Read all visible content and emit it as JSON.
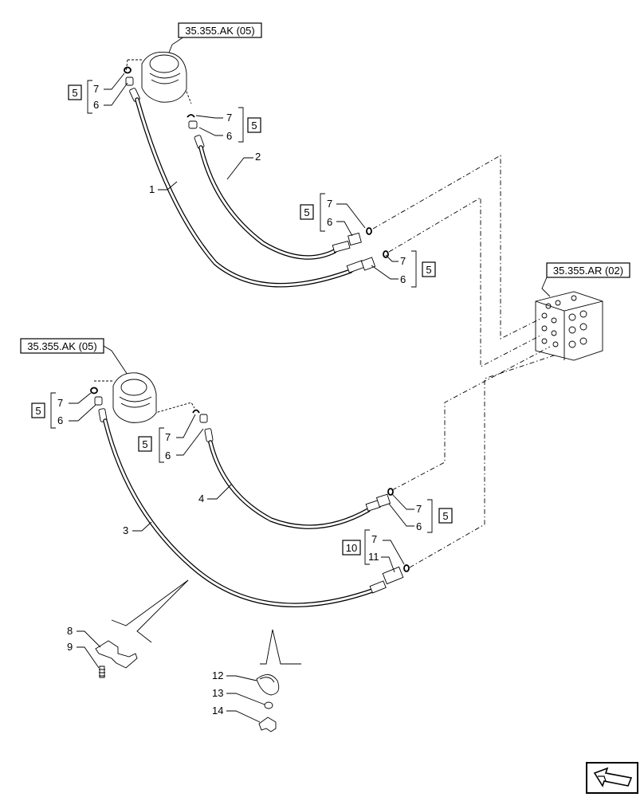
{
  "refs": {
    "joystick_top": "35.355.AK (05)",
    "joystick_bottom": "35.355.AK (05)",
    "valve_block": "35.355.AR (02)"
  },
  "boxes": {
    "b1": "5",
    "b2": "5",
    "b3": "5",
    "b4": "5",
    "b5": "5",
    "b6": "5",
    "b7": "5",
    "b8": "10"
  },
  "callouts": {
    "c7a": "7",
    "c6a": "6",
    "c7b": "7",
    "c6b": "6",
    "c7c": "7",
    "c6c": "6",
    "c7d": "7",
    "c6d": "6",
    "c1": "1",
    "c2": "2",
    "c3": "3",
    "c4": "4",
    "c7e": "7",
    "c6e": "6",
    "c7f": "7",
    "c6f": "6",
    "c7g": "7",
    "c6g": "6",
    "c7h": "7",
    "c11": "11",
    "c8": "8",
    "c9": "9",
    "c12": "12",
    "c13": "13",
    "c14": "14"
  },
  "icons": {
    "corner": "arrow-navigation-icon"
  }
}
